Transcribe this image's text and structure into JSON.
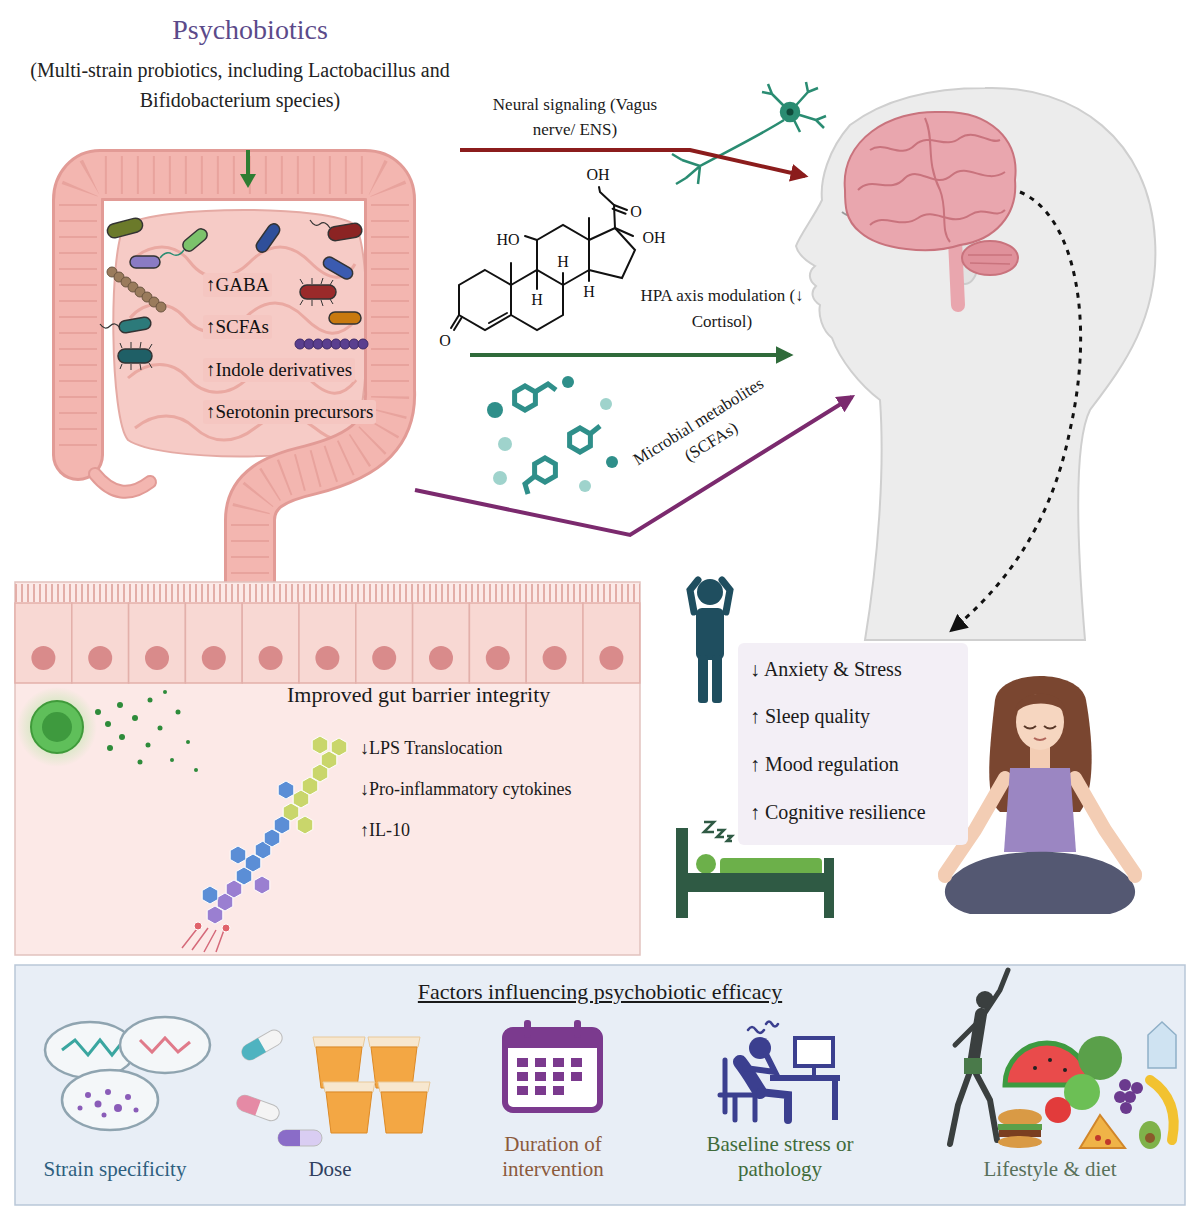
{
  "diagram": {
    "nodes": [
      {
        "text": [
          "Psychobiotics",
          "(Multi-strain probiotics, including Lactobacillus and Bifidobacterium species)",
          "↑GABA",
          "↑SCFAs",
          "↑Indole derivatives",
          "↑Serotonin precursors"
        ]
      },
      {
        "text": [
          "Improved gut barrier integrity",
          "↓LPS Translocation",
          "↓Pro-inflammatory cytokines",
          "↑IL-10"
        ]
      },
      {
        "text": [
          "↓ Anxiety & Stress",
          "↑ Sleep quality",
          "↑ Mood regulation",
          "↑ Cognitive resilience"
        ]
      },
      {
        "text": [
          "Factors influencing psychobiotic efficacy",
          "Strain specificity",
          "Dose",
          "Duration of intervention",
          "Baseline stress or pathology",
          "Lifestyle & diet"
        ]
      }
    ],
    "labels": [
      "Neural signaling (Vagus nerve/ ENS)",
      "OH",
      "O",
      "HO",
      "OH",
      "H",
      "H",
      "H",
      "O",
      "HPA axis modulation (↓ Cortisol)",
      "Microbial metabolites (SCFAs)"
    ]
  }
}
